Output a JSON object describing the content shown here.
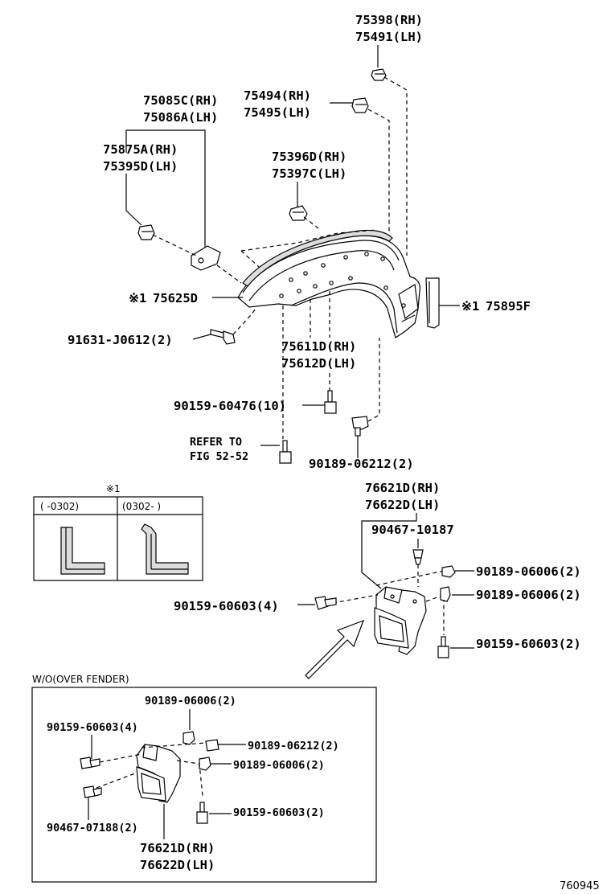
{
  "labels": {
    "l75398": "75398(RH)",
    "l75491": "75491(LH)",
    "l75494": "75494(RH)",
    "l75495": "75495(LH)",
    "l75085": "75085C(RH)",
    "l75086": "75086A(LH)",
    "l75875": "75875A(RH)",
    "l75395": "75395D(LH)",
    "l75396": "75396D(RH)",
    "l75397": "75397C(LH)",
    "l75625_mark": "※1",
    "l75625": "75625D",
    "l75895_mark": "※1",
    "l75895": "75895F",
    "l91631": "91631-J0612(2)",
    "l75611": "75611D(RH)",
    "l75612": "75612D(LH)",
    "l90159_476": "90159-60476(10)",
    "l_refer1": "REFER TO",
    "l_refer2": "FIG 52-52",
    "l90189_212": "90189-06212(2)",
    "l76621": "76621D(RH)",
    "l76622": "76622D(LH)",
    "l90467_187": "90467-10187",
    "l90189_006a": "90189-06006(2)",
    "l90189_006b": "90189-06006(2)",
    "l90159_603a": "90159-60603(4)",
    "l90159_603b": "90159-60603(2)"
  },
  "legend": {
    "mark": "※1",
    "col1": "(   -0302)",
    "col2": "(0302-   )"
  },
  "inset": {
    "title": "W/O(OVER FENDER)",
    "l90189_006a": "90189-06006(2)",
    "l90159_603a": "90159-60603(4)",
    "l90189_212": "90189-06212(2)",
    "l90189_006b": "90189-06006(2)",
    "l90159_603b": "90159-60603(2)",
    "l90467_188": "90467-07188(2)",
    "l76621": "76621D(RH)",
    "l76622": "76622D(LH)"
  },
  "footer": {
    "code": "760945"
  }
}
